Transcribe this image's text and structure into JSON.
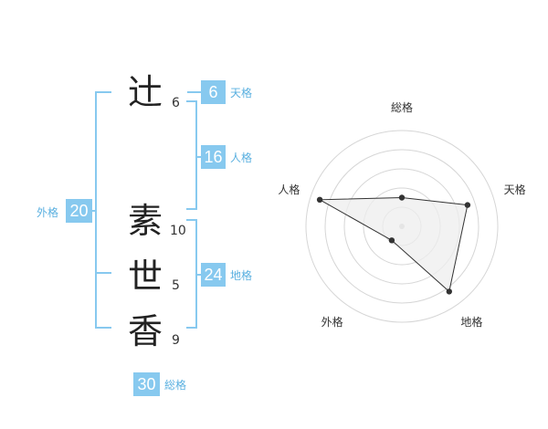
{
  "name": {
    "surname": [
      {
        "char": "辻",
        "strokes": "6"
      }
    ],
    "given": [
      {
        "char": "素",
        "strokes": "10"
      },
      {
        "char": "世",
        "strokes": "5"
      },
      {
        "char": "香",
        "strokes": "9"
      }
    ]
  },
  "fortune": {
    "tenkaku": {
      "value": "6",
      "label": "天格"
    },
    "jinkaku": {
      "value": "16",
      "label": "人格"
    },
    "chikaku": {
      "value": "24",
      "label": "地格"
    },
    "gaikaku": {
      "value": "20",
      "label": "外格"
    },
    "soukaku": {
      "value": "30",
      "label": "総格"
    }
  },
  "colors": {
    "accent": "#87c9ef",
    "label": "#5ab0e0",
    "radar_fill": "#eeeeee",
    "radar_line": "#333333",
    "grid": "#d6d6d6"
  },
  "chart_data": {
    "type": "radar",
    "axes": [
      "総格",
      "天格",
      "地格",
      "外格",
      "人格"
    ],
    "series": [
      {
        "values": [
          1.5,
          3.6,
          4.2,
          0.9,
          4.5
        ]
      }
    ],
    "range": [
      0,
      5
    ],
    "rings": 5
  }
}
